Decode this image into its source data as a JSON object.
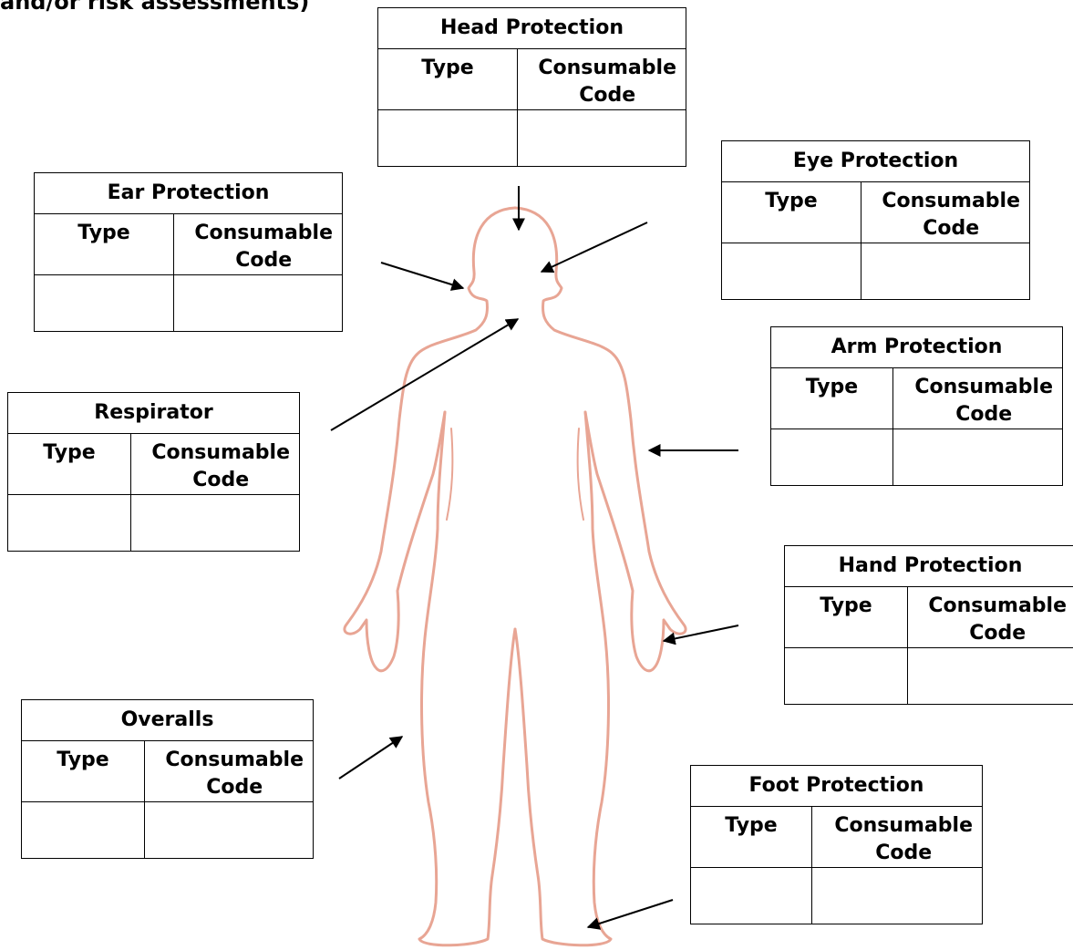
{
  "heading": "and/or risk assessments)",
  "tables": {
    "head": {
      "title": "Head Protection",
      "type_label": "Type",
      "code_label": "Consumable\nCode",
      "code_line1": "Consumable",
      "code_line2": "Code",
      "type_value": "",
      "code_value": ""
    },
    "eye": {
      "title": "Eye Protection",
      "type_label": "Type",
      "code_line1": "Consumable",
      "code_line2": "Code",
      "type_value": "",
      "code_value": ""
    },
    "ear": {
      "title": "Ear Protection",
      "type_label": "Type",
      "code_line1": "Consumable",
      "code_line2": "Code",
      "type_value": "",
      "code_value": ""
    },
    "arm": {
      "title": "Arm Protection",
      "type_label": "Type",
      "code_line1": "Consumable",
      "code_line2": "Code",
      "type_value": "",
      "code_value": ""
    },
    "respirator": {
      "title": "Respirator",
      "type_label": "Type",
      "code_line1": "Consumable",
      "code_line2": "Code",
      "type_value": "",
      "code_value": ""
    },
    "hand": {
      "title": "Hand Protection",
      "type_label": "Type",
      "code_line1": "Consumable",
      "code_line2": "Code",
      "type_value": "",
      "code_value": ""
    },
    "overalls": {
      "title": "Overalls",
      "type_label": "Type",
      "code_line1": "Consumable",
      "code_line2": "Code",
      "type_value": "",
      "code_value": ""
    },
    "foot": {
      "title": "Foot Protection",
      "type_label": "Type",
      "code_line1": "Consumable",
      "code_line2": "Code",
      "type_value": "",
      "code_value": ""
    }
  },
  "colors": {
    "body_outline": "#e8a594",
    "arrow": "#000000"
  }
}
